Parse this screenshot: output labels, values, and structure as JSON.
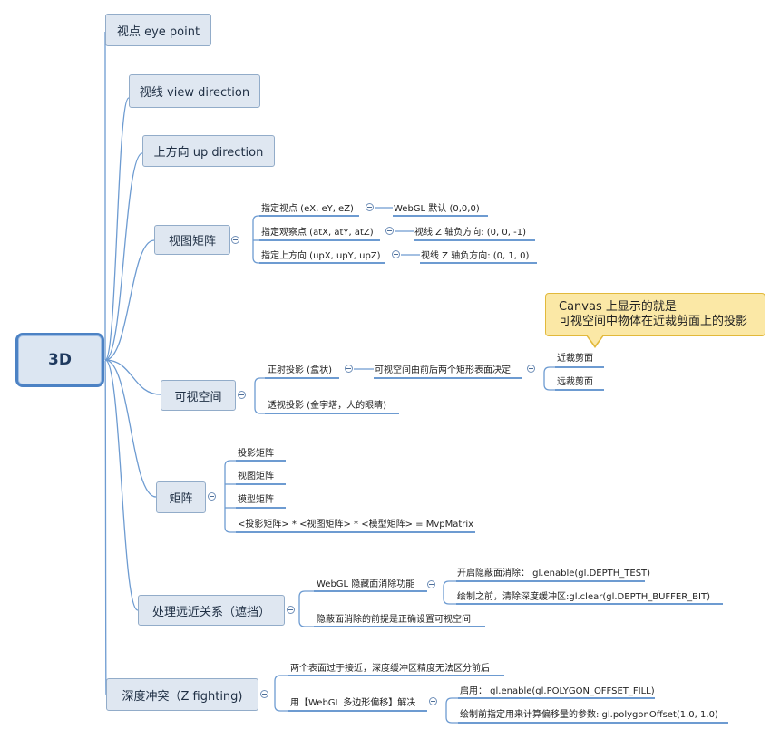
{
  "root": {
    "label": "3D"
  },
  "branches": {
    "eye": "视点 eye point",
    "view": "视线 view direction",
    "up": "上方向 up direction",
    "viewMatrix": {
      "label": "视图矩阵",
      "items": [
        {
          "label": "指定视点 (eX, eY, eZ)",
          "child": "WebGL 默认 (0,0,0)"
        },
        {
          "label": "指定观察点 (atX, atY, atZ)",
          "child": "视线 Z 轴负方向: (0, 0, -1)"
        },
        {
          "label": "指定上方向 (upX, upY, upZ)",
          "child": "视线 Z 轴负方向: (0, 1, 0)"
        }
      ]
    },
    "visibleSpace": {
      "label": "可视空间",
      "ortho": "正射投影 (盒状)",
      "orthoChild": "可视空间由前后两个矩形表面决定",
      "near": "近裁剪面",
      "far": "远裁剪面",
      "perspective": "透视投影 (金字塔，人的眼睛)",
      "callout": [
        "Canvas 上显示的就是",
        "可视空间中物体在近裁剪面上的投影"
      ]
    },
    "matrix": {
      "label": "矩阵",
      "items": [
        "投影矩阵",
        "视图矩阵",
        "模型矩阵",
        "<投影矩阵> * <视图矩阵> * <模型矩阵> = MvpMatrix"
      ]
    },
    "depth": {
      "label": "处理远近关系（遮挡）",
      "hsr": "WebGL 隐藏面消除功能",
      "enable": "开启隐蔽面消除： gl.enable(gl.DEPTH_TEST)",
      "clear": "绘制之前，清除深度缓冲区:gl.clear(gl.DEPTH_BUFFER_BIT)",
      "premise": "隐蔽面消除的前提是正确设置可视空间"
    },
    "zfight": {
      "label": "深度冲突（Z fighting)",
      "issue": "两个表面过于接近，深度缓冲区精度无法区分前后",
      "solution": "用【WebGL 多边形偏移】解决",
      "enable": "启用： gl.enable(gl.POLYGON_OFFSET_FILL)",
      "offset": "绘制前指定用来计算偏移量的参数: gl.polygonOffset(1.0, 1.0)"
    }
  },
  "colors": {
    "line": "#6d9bd1",
    "nodeFill": "#dfe7f1",
    "rootBorder": "#4c82c4",
    "callout": "#fbe8a6"
  }
}
